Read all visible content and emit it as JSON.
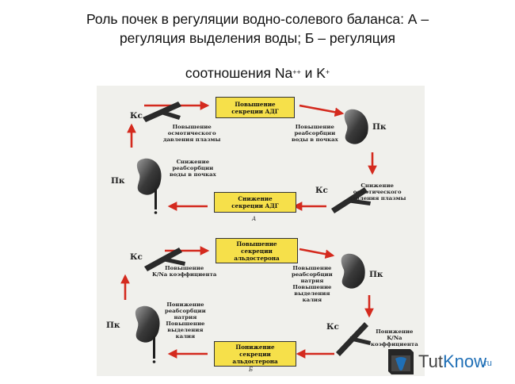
{
  "title": {
    "line1": "Роль почек в регуляции водно-солевого баланса: А –",
    "line2": "регуляция  выделения воды; Б – регуляция",
    "line3_a": "соотношения Na",
    "line3_sup1": "++",
    "line3_b": " и  K",
    "line3_sup2": "+"
  },
  "part_a": {
    "box_top": [
      "Повышение",
      "секреции АДГ"
    ],
    "box_bottom": [
      "Снижение",
      "секреции АДГ"
    ],
    "label_left_top": [
      "Повышение",
      "осмотического",
      "давления плазмы"
    ],
    "label_left_mid": [
      "Снижение",
      "реабсорбции",
      "воды в почках"
    ],
    "label_right_top": [
      "Повышение",
      "реабсорбции",
      "воды в почках"
    ],
    "label_right_mid": [
      "Снижение",
      "осмотического",
      "давления плазмы"
    ],
    "kc_left": "Кс",
    "pk_left": "Пк",
    "pk_right": "Пк",
    "kc_right": "Кс",
    "letter": "А"
  },
  "part_b": {
    "box_top": [
      "Повышение",
      "секреции",
      "альдостерона"
    ],
    "box_bottom": [
      "Понижение",
      "секреции",
      "альдостерона"
    ],
    "label_left_top": [
      "Повышение",
      "K/Na коэффициента"
    ],
    "label_left_mid": [
      "Понижение",
      "реабсорбции",
      "натрия",
      "Повышение",
      "выделения",
      "калия"
    ],
    "label_right_top": [
      "Повышение",
      "реабсорбции",
      "натрия",
      "Повышение",
      "выделения",
      "калия"
    ],
    "label_right_mid": [
      "Понижение",
      "K/Na",
      "коэффициента"
    ],
    "kc_left": "Кс",
    "pk_left": "Пк",
    "pk_right": "Пк",
    "kc_right": "Кс",
    "letter": "Б"
  },
  "logo": {
    "tut": "Tut",
    "know": "Know",
    "ru": ".ru"
  },
  "colors": {
    "box_fill": "#f6e04a",
    "arrow": "#d42a1e",
    "logo_blue": "#1f6fb6"
  }
}
